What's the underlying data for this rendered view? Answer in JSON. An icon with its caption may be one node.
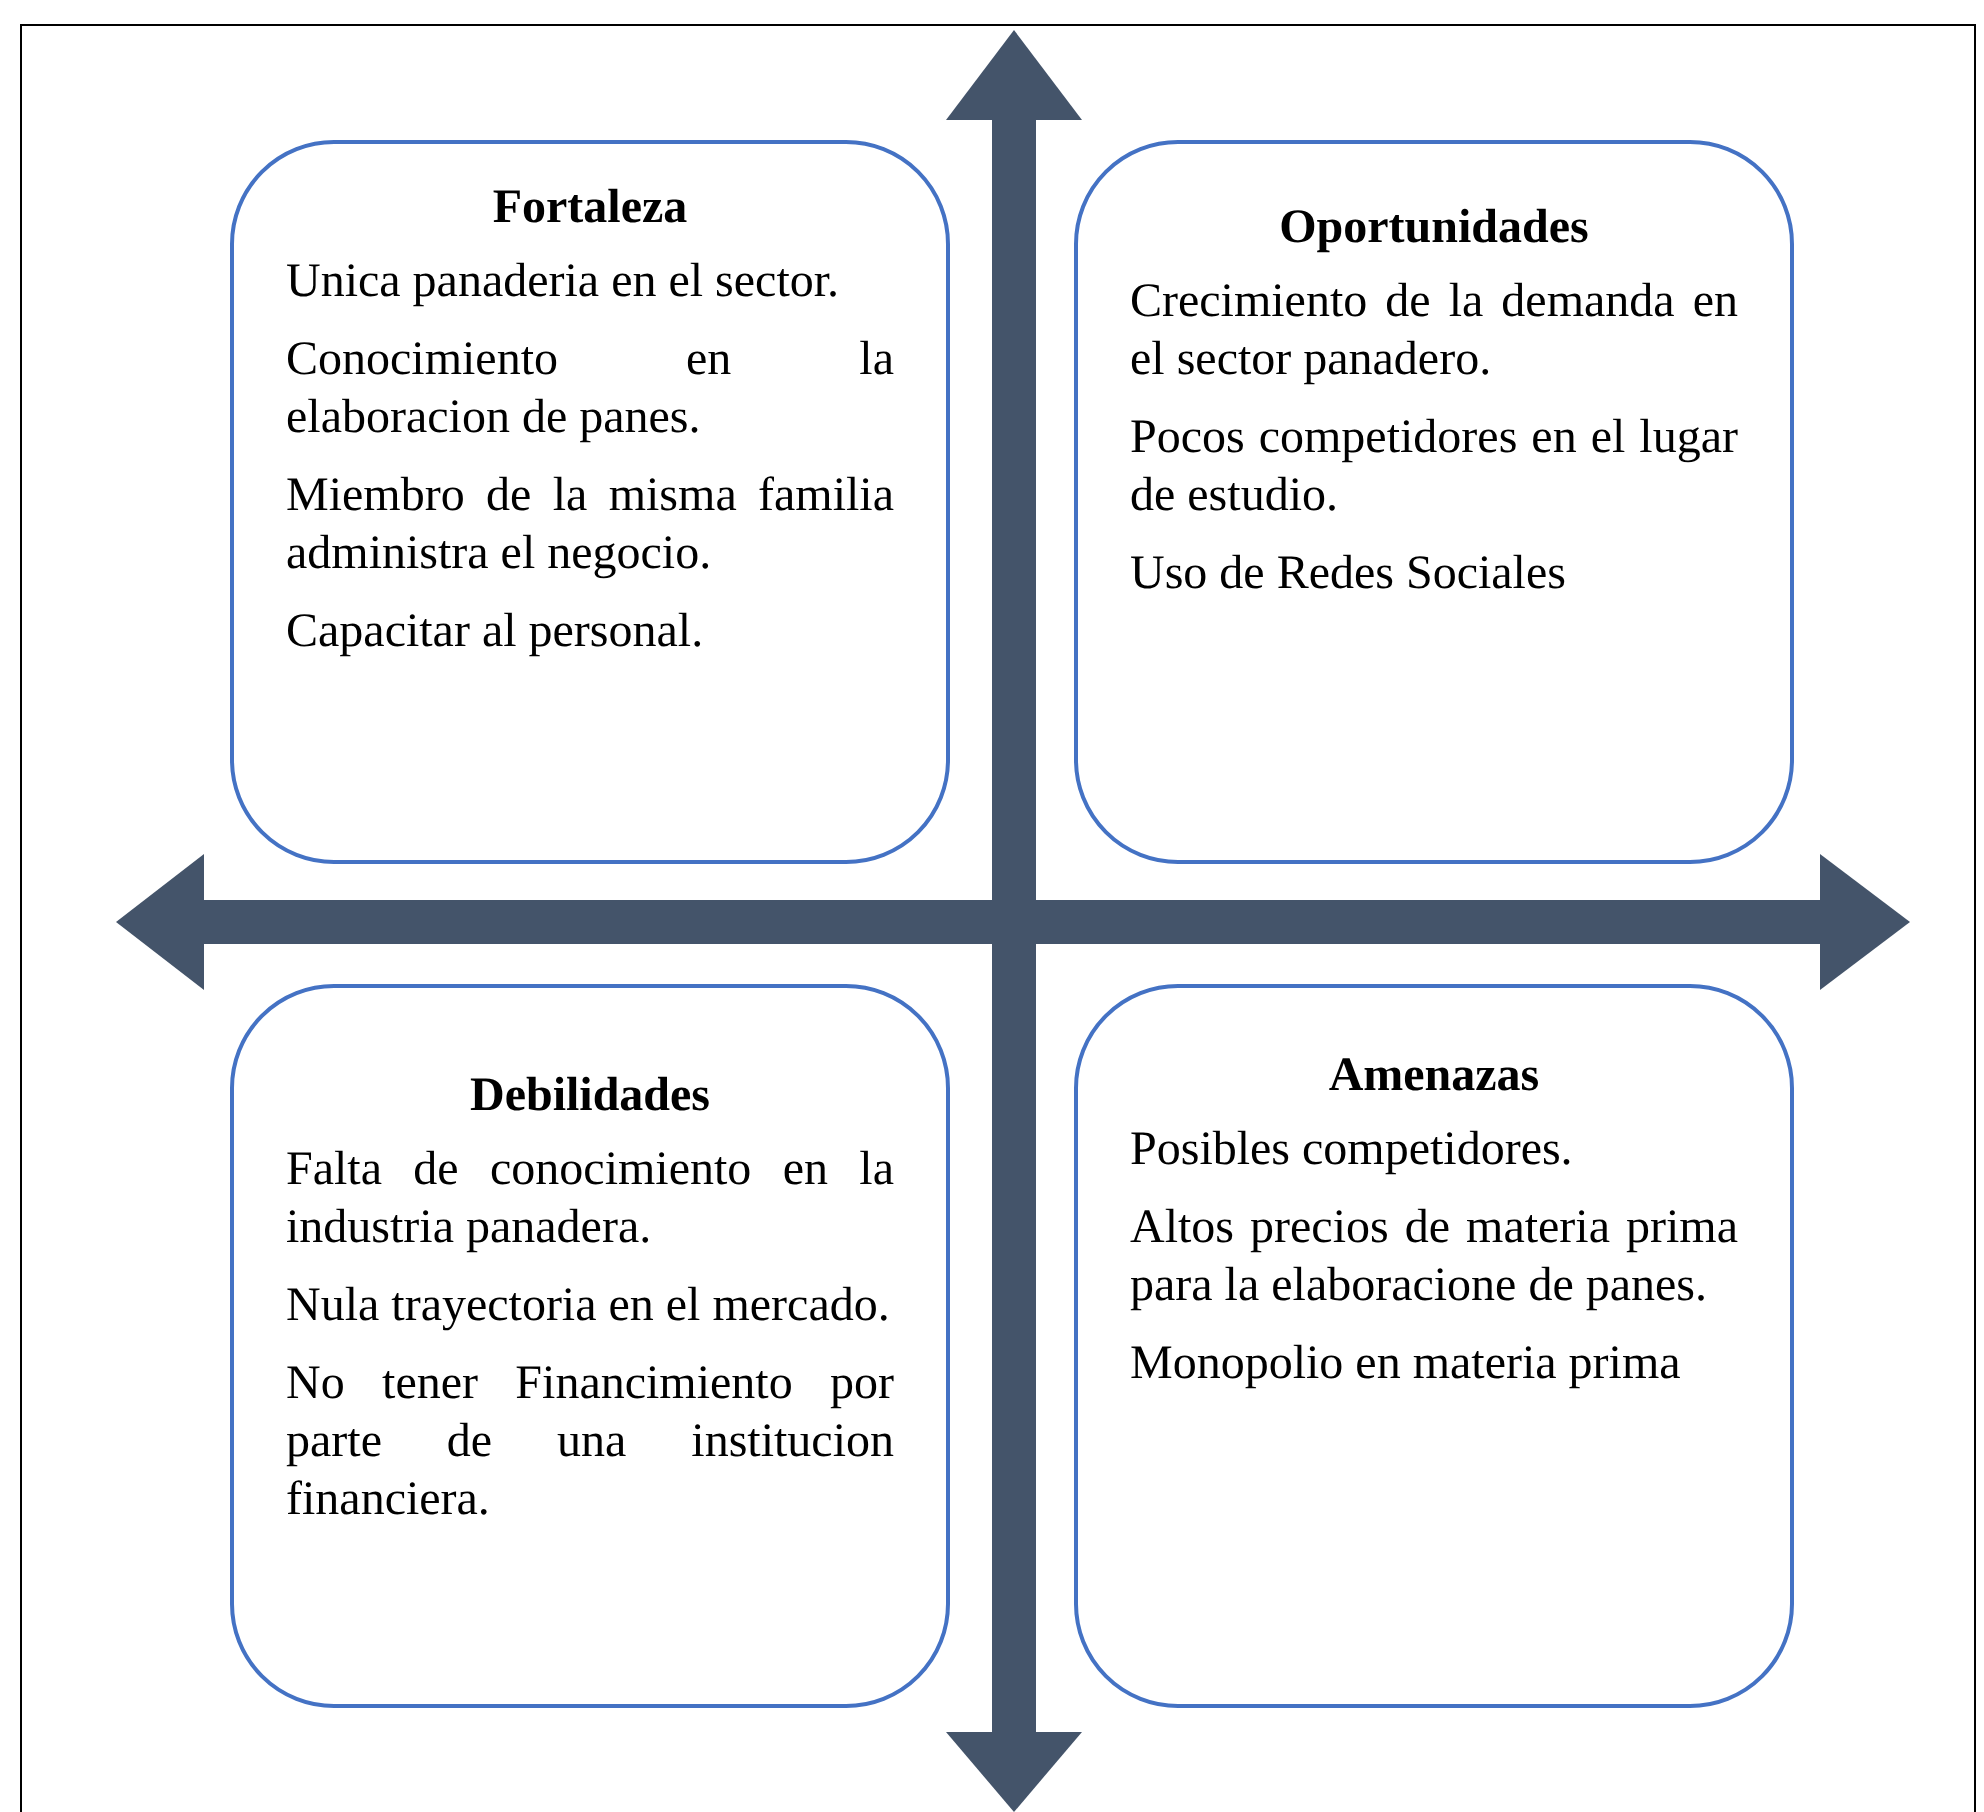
{
  "diagram": {
    "nodes": [
      {
        "text": [
          "Fortaleza",
          "Unica panaderia en el sector.",
          "Conocimiento en la elaboracion de panes.",
          "Miembro de la misma familia administra el negocio.",
          "Capacitar al personal."
        ]
      },
      {
        "text": [
          "Oportunidades",
          "Crecimiento de la demanda en el sector panadero.",
          "Pocos competidores en el lugar de estudio.",
          "Uso de Redes Sociales"
        ]
      },
      {
        "text": [
          "Debilidades",
          "Falta de conocimiento en la industria panadera.",
          "Nula trayectoria en el mercado.",
          "No tener Financimiento por parte de una institucion financiera."
        ]
      },
      {
        "text": [
          "Amenazas",
          "Posibles competidores.",
          "Altos precios de materia prima para la elaboracione de panes.",
          "Monopolio en materia prima"
        ]
      }
    ]
  }
}
